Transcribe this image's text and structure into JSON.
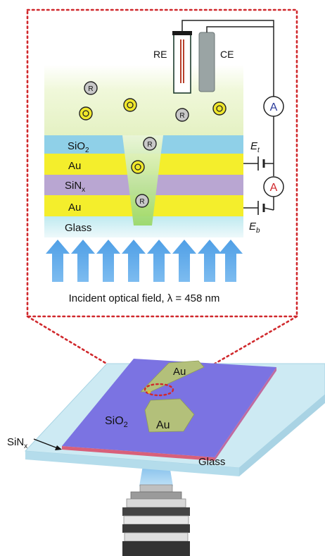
{
  "inset": {
    "electrodes": {
      "re": "RE",
      "ce": "CE"
    },
    "layers": {
      "sio2": {
        "base": "SiO",
        "sub": "2"
      },
      "au_top": "Au",
      "sinx": {
        "base": "SiN",
        "sub": "x"
      },
      "au_bottom": "Au",
      "glass": "Glass"
    },
    "species": {
      "reduced": "R",
      "oxidized": "O"
    },
    "meters": {
      "top": "A",
      "bottom": "A"
    },
    "potentials": {
      "top": {
        "base": "E",
        "sub": "t"
      },
      "bottom": {
        "base": "E",
        "sub": "b"
      }
    },
    "incident_caption": "Incident optical field, λ = 458 nm"
  },
  "device": {
    "au_top": "Au",
    "au_bottom": "Au",
    "sio2": {
      "base": "SiO",
      "sub": "2"
    },
    "sinx": {
      "base": "SiN",
      "sub": "x"
    },
    "glass": "Glass"
  },
  "colors": {
    "outline": "#d0282c",
    "sio2_layer": "#8fd0e8",
    "au_layer": "#f4ee2c",
    "sinx_layer": "#b9a6d2",
    "glass_layer": "#c4ecf0",
    "channel": "#b6e07a",
    "light_arrow": "#5aa8e8",
    "meter_top": "#2a3a9a",
    "meter_bottom": "#d0282c"
  }
}
